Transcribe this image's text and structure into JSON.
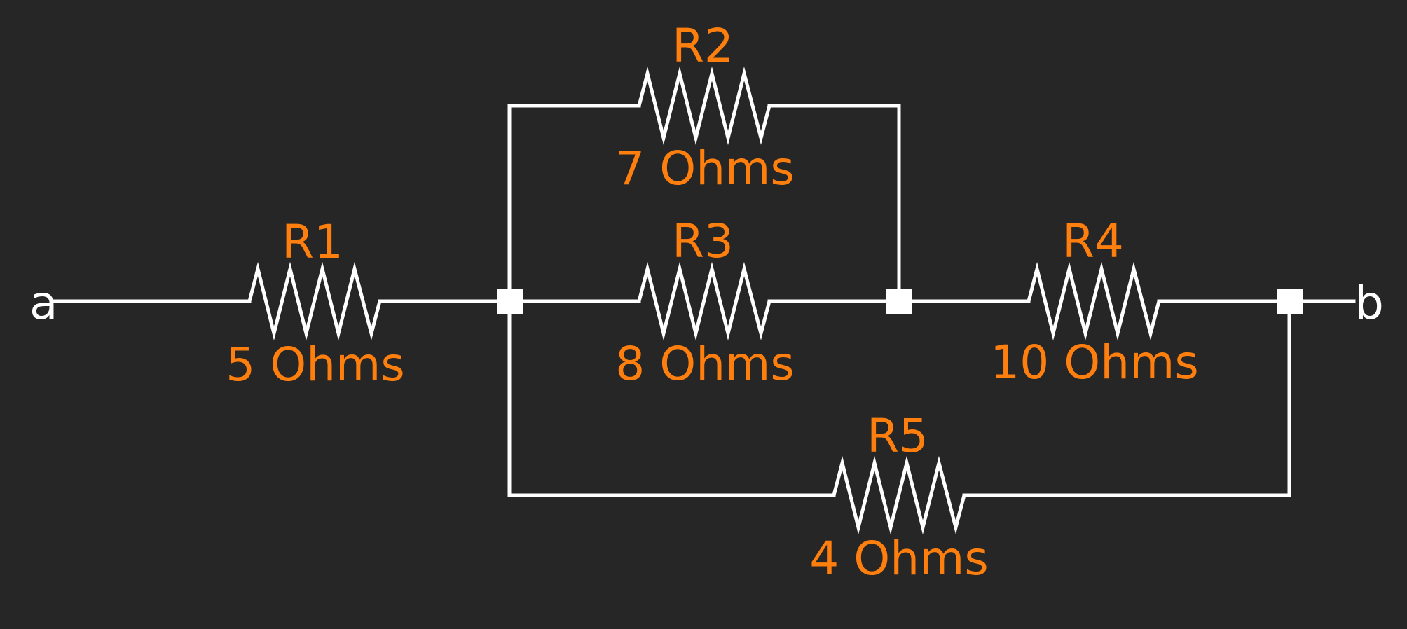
{
  "title": "Resistor network between terminals a and b",
  "colors": {
    "background": "#262626",
    "wire": "#ffffff",
    "label": "#ff7f0e"
  },
  "terminals": [
    {
      "id": "a",
      "label": "a"
    },
    {
      "id": "b",
      "label": "b"
    }
  ],
  "resistors": [
    {
      "id": "R1",
      "name": "R1",
      "value_label": "5 Ohms",
      "ohms": 5,
      "connection": "a to node1 (series)"
    },
    {
      "id": "R2",
      "name": "R2",
      "value_label": "7 Ohms",
      "ohms": 7,
      "connection": "node1 to node2 (top branch)"
    },
    {
      "id": "R3",
      "name": "R3",
      "value_label": "8 Ohms",
      "ohms": 8,
      "connection": "node1 to node2 (middle branch)"
    },
    {
      "id": "R4",
      "name": "R4",
      "value_label": "10 Ohms",
      "ohms": 10,
      "connection": "node2 to node3"
    },
    {
      "id": "R5",
      "name": "R5",
      "value_label": "4 Ohms",
      "ohms": 4,
      "connection": "node1 to node3 (bottom branch)"
    }
  ],
  "nodes": [
    "node1",
    "node2",
    "node3"
  ]
}
